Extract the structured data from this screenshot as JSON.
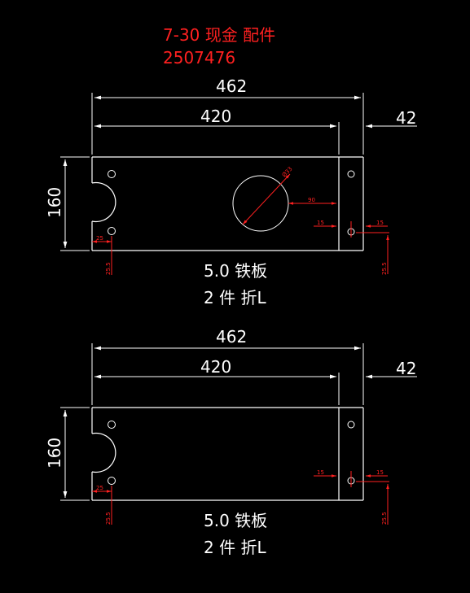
{
  "header": {
    "line1": "7-30 现金 配件",
    "line2": "2507476",
    "color": "#ff2020"
  },
  "colors": {
    "background": "#000000",
    "outline": "#ffffff",
    "dimension": "#ff2020"
  },
  "drawings": [
    {
      "overall_width": "462",
      "inner_width": "420",
      "flange_width": "42",
      "height": "160",
      "hole_diameter_label": "Ø33",
      "hole_offset_label": "90",
      "left_small_offset": "25",
      "left_small_vertical": "25.5",
      "right_small_left": "15",
      "right_small_right": "15",
      "right_small_vertical": "25.5",
      "material": "5.0 铁板",
      "quantity": "2 件 折L"
    },
    {
      "overall_width": "462",
      "inner_width": "420",
      "flange_width": "42",
      "height": "160",
      "left_small_offset": "25",
      "left_small_vertical": "25.5",
      "right_small_left": "15",
      "right_small_right": "15",
      "right_small_vertical": "25.5",
      "material": "5.0 铁板",
      "quantity": "2 件 折L"
    }
  ]
}
